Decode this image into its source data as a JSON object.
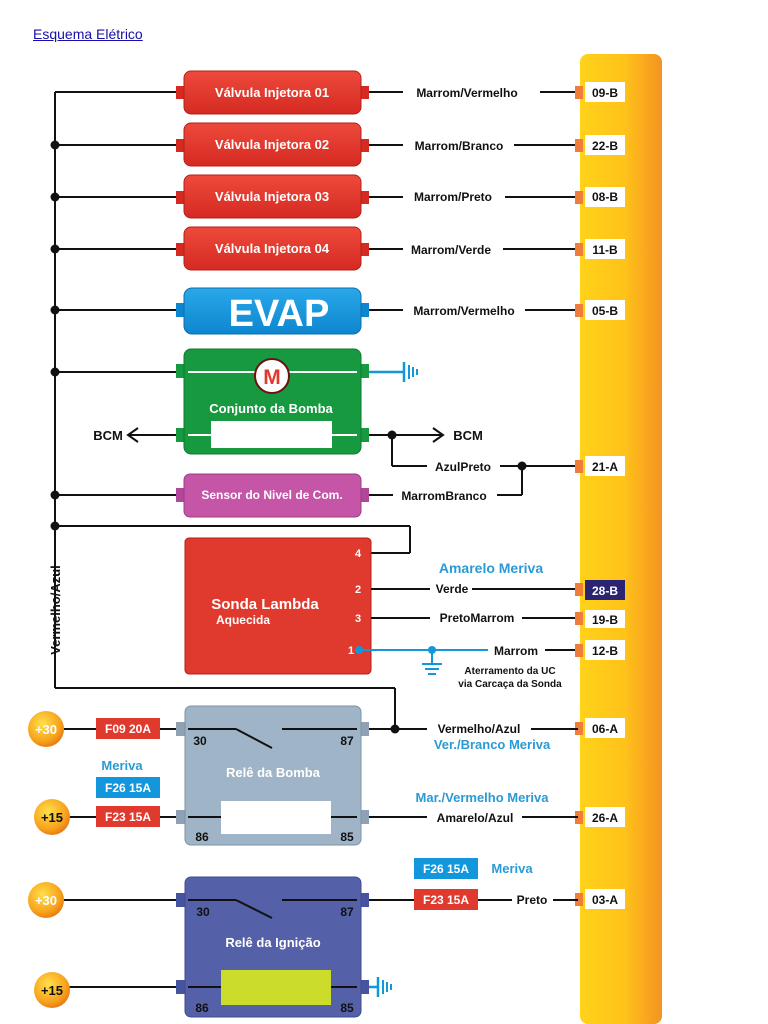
{
  "link": {
    "label": "Esquema Elétrico"
  },
  "colors": {
    "red": "#e03a2e",
    "blue": "#1296dc",
    "green": "#17993f",
    "magenta": "#c455a7",
    "gray": "#9fb4c6",
    "indigo": "#5461a8",
    "yellow": "#ffd21a",
    "orange": "#f39321",
    "accent_text": "#2a9ad6",
    "pin": "#f07e3a",
    "dark_pin": "#2a2472"
  },
  "left_bus_label": "Vermelho/Azul",
  "modules": {
    "inj1": "Válvula Injetora 01",
    "inj2": "Válvula Injetora 02",
    "inj3": "Válvula Injetora 03",
    "inj4": "Válvula Injetora 04",
    "evap": "EVAP",
    "pump_motor": "M",
    "pump": "Conjunto da Bomba",
    "level": "Sensor do Nivel de Com.",
    "lambda_title": "Sonda Lambda",
    "lambda_sub": "Aquecida",
    "pump_relay": "Relê da Bomba",
    "ign_relay": "Relê da Ignição"
  },
  "lambda_pins": [
    "4",
    "2",
    "3",
    "1"
  ],
  "relay_pins": {
    "p30": "30",
    "p87": "87",
    "p86": "86",
    "p85": "85"
  },
  "bcm": {
    "left": "BCM",
    "right": "BCM"
  },
  "wires": {
    "w09": "Marrom/Vermelho",
    "w22": "Marrom/Branco",
    "w08": "Marrom/Preto",
    "w11": "Marrom/Verde",
    "w05": "Marrom/Vermelho",
    "w21": "AzulPreto",
    "w_level": "MarromBranco",
    "w28": "Verde",
    "w19": "PretoMarrom",
    "w12": "Marrom",
    "w06": "Vermelho/Azul",
    "w26": "Amarelo/Azul",
    "w03": "Preto"
  },
  "notes": {
    "amarelo_meriva": "Amarelo Meriva",
    "ver_branco_meriva": "Ver./Branco Meriva",
    "mar_vermelho_meriva": "Mar./Vermelho Meriva",
    "meriva_left": "Meriva",
    "meriva_right": "Meriva",
    "ground_line1": "Aterramento da UC",
    "ground_line2": "via Carcaça da Sonda"
  },
  "pins": {
    "p09b": "09-B",
    "p22b": "22-B",
    "p08b": "08-B",
    "p11b": "11-B",
    "p05b": "05-B",
    "p21a": "21-A",
    "p28b": "28-B",
    "p19b": "19-B",
    "p12b": "12-B",
    "p06a": "06-A",
    "p26a": "26-A",
    "p03a": "03-A"
  },
  "power": {
    "pwr30_pump": "+30",
    "pwr15_pump": "+15",
    "pwr30_ign": "+30",
    "pwr15_ign": "+15"
  },
  "fuses": {
    "f09": "F09 20A",
    "f26_left": "F26 15A",
    "f23_left": "F23 15A",
    "f26_right": "F26 15A",
    "f23_right": "F23 15A"
  }
}
